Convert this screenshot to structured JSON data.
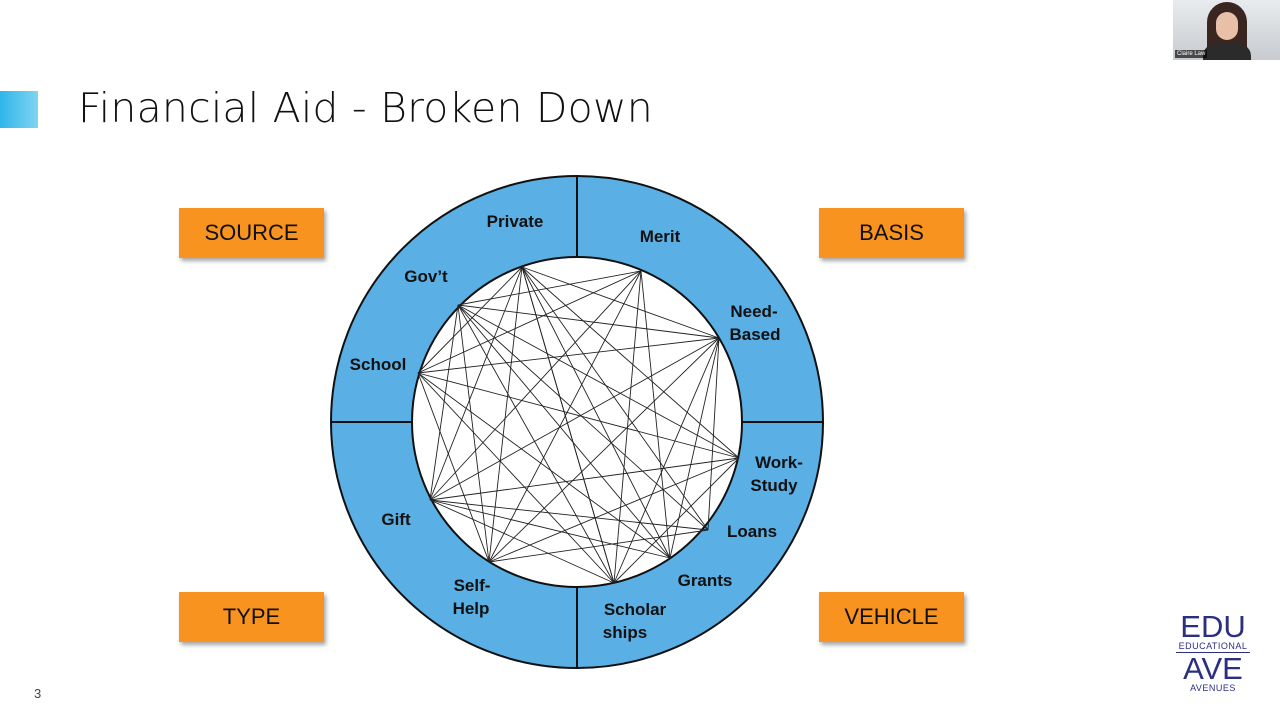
{
  "slide": {
    "title": "Financial Aid - Broken Down",
    "page_number": "3"
  },
  "categories": {
    "source": "SOURCE",
    "basis": "BASIS",
    "type": "TYPE",
    "vehicle": "VEHICLE"
  },
  "wheel": {
    "ring_color": "#5aafe4",
    "box_color": "#f7931e",
    "segments": [
      {
        "id": "private",
        "lines": [
          "Private"
        ]
      },
      {
        "id": "govt",
        "lines": [
          "Gov’t"
        ]
      },
      {
        "id": "school",
        "lines": [
          "School"
        ]
      },
      {
        "id": "merit",
        "lines": [
          "Merit"
        ]
      },
      {
        "id": "need-based",
        "lines": [
          "Need-",
          "Based"
        ]
      },
      {
        "id": "work-study",
        "lines": [
          "Work-",
          "Study"
        ]
      },
      {
        "id": "loans",
        "lines": [
          "Loans"
        ]
      },
      {
        "id": "grants",
        "lines": [
          "Grants"
        ]
      },
      {
        "id": "scholarships",
        "lines": [
          "Scholar",
          "ships"
        ]
      },
      {
        "id": "self-help",
        "lines": [
          "Self-",
          "Help"
        ]
      },
      {
        "id": "gift",
        "lines": [
          "Gift"
        ]
      }
    ]
  },
  "video": {
    "participant_name": "Claire Law"
  },
  "logo": {
    "top": "EDU",
    "top_sub": "EDUCATIONAL",
    "bottom": "AVE",
    "bottom_sub": "AVENUES"
  }
}
